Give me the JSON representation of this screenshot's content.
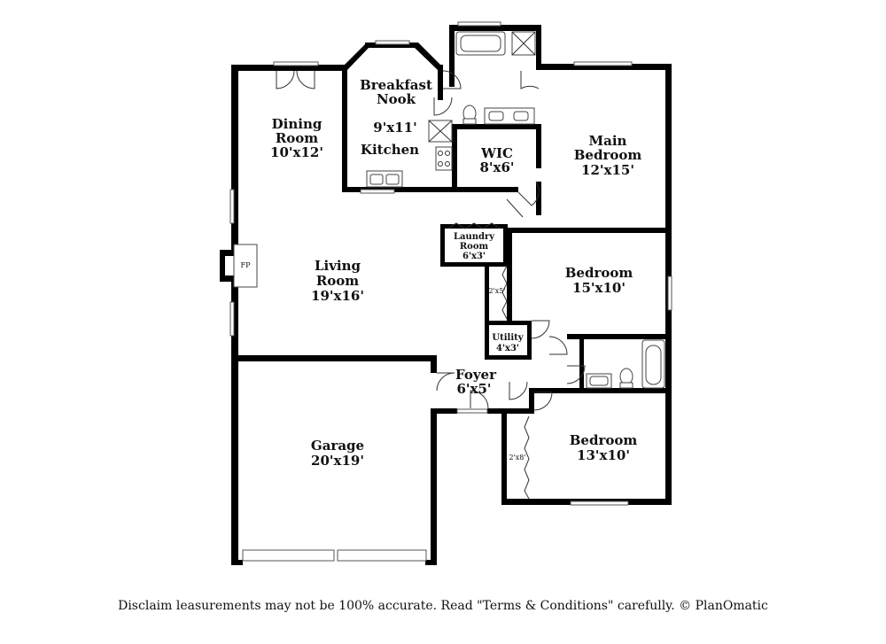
{
  "rooms": {
    "breakfast_nook": {
      "name_1": "Breakfast",
      "name_2": "Nook"
    },
    "kitchen": {
      "dims": "9'x11'",
      "name": "Kitchen"
    },
    "dining_room": {
      "name_1": "Dining",
      "name_2": "Room",
      "dims": "10'x12'"
    },
    "wic": {
      "name": "WIC",
      "dims": "8'x6'"
    },
    "main_bedroom": {
      "name_1": "Main",
      "name_2": "Bedroom",
      "dims": "12'x15'"
    },
    "laundry_room": {
      "name_1": "Laundry",
      "name_2": "Room",
      "dims": "6'x3'"
    },
    "living_room": {
      "name_1": "Living",
      "name_2": "Room",
      "dims": "19'x16'"
    },
    "fireplace": {
      "name": "FP"
    },
    "bedroom_2": {
      "name": "Bedroom",
      "dims": "15'x10'"
    },
    "closet_2": {
      "dims": "2'x5'"
    },
    "utility": {
      "name": "Utility",
      "dims": "4'x3'"
    },
    "foyer": {
      "name": "Foyer",
      "dims": "6'x5'"
    },
    "garage": {
      "name": "Garage",
      "dims": "20'x19'"
    },
    "bedroom_3": {
      "name": "Bedroom",
      "dims": "13'x10'"
    },
    "closet_3": {
      "dims": "2'x8'"
    }
  },
  "footer": {
    "disclaimer": "Disclaim    leasurements may not be 100% accurate. Read \"Terms & Conditions\" carefully. © PlanOmatic"
  }
}
